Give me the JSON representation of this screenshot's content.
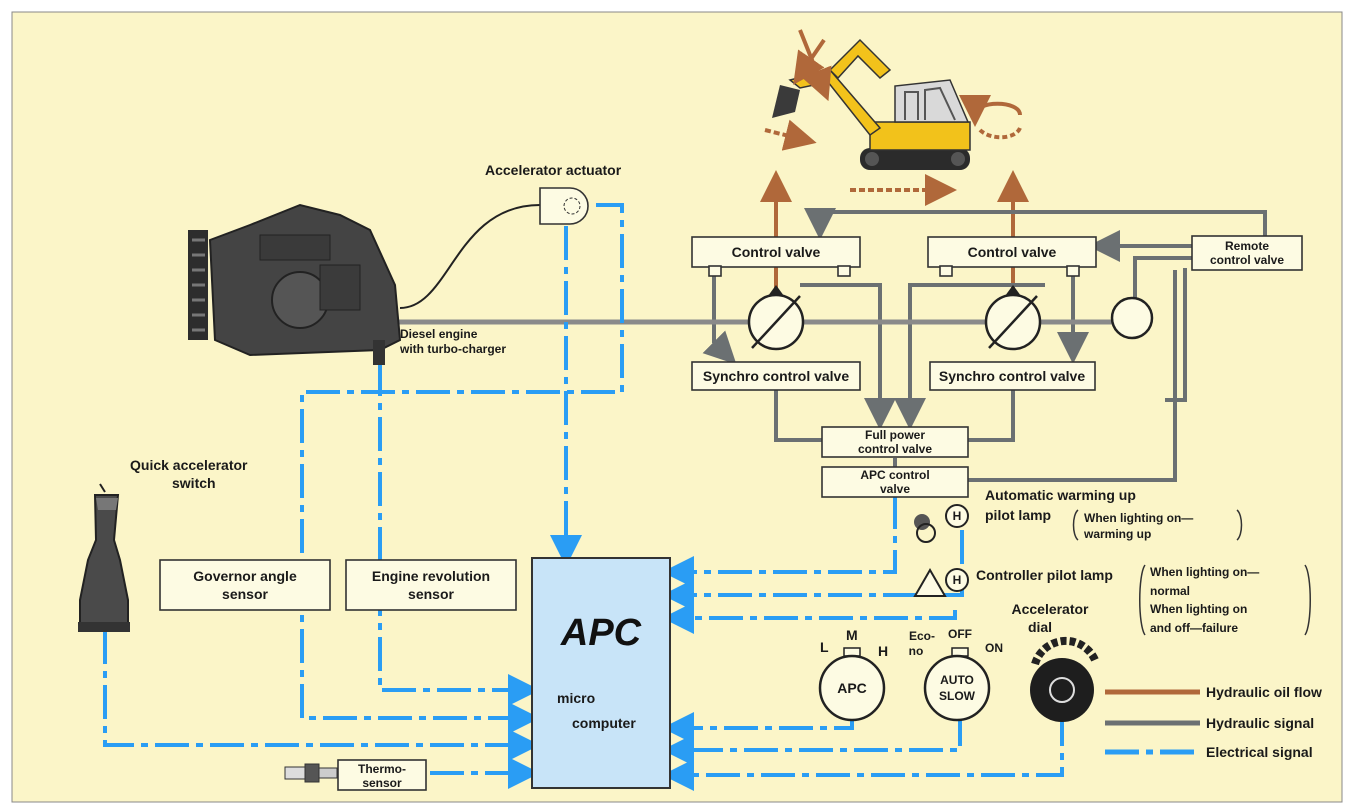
{
  "labels": {
    "accelerator_actuator": "Accelerator actuator",
    "control_valve_left": "Control valve",
    "control_valve_right": "Control valve",
    "remote_control_valve_l1": "Remote",
    "remote_control_valve_l2": "control valve",
    "diesel_engine_l1": "Diesel engine",
    "diesel_engine_l2": "with turbo-charger",
    "synchro_left": "Synchro control valve",
    "synchro_right": "Synchro control valve",
    "full_power_l1": "Full power",
    "full_power_l2": "control valve",
    "apc_control_l1": "APC control",
    "apc_control_l2": "valve",
    "quick_accel_l1": "Quick accelerator",
    "quick_accel_l2": "switch",
    "governor_l1": "Governor angle",
    "governor_l2": "sensor",
    "engine_rev_l1": "Engine revolution",
    "engine_rev_l2": "sensor",
    "apc_title": "APC",
    "micro_l1": "micro",
    "micro_l2": "computer",
    "thermo_l1": "Thermo-",
    "thermo_l2": "sensor",
    "warming_l1": "Automatic warming up",
    "warming_l2": "pilot lamp",
    "warming_note_l1": "When lighting on—",
    "warming_note_l2": "warming up",
    "controller_lamp": "Controller pilot lamp",
    "ctrl_note_l1": "When lighting on—",
    "ctrl_note_l2": "normal",
    "ctrl_note_l3": "When lighting on",
    "ctrl_note_l4": "and off—failure",
    "accel_dial_l1": "Accelerator",
    "accel_dial_l2": "dial",
    "dial_apc": "APC",
    "dial_l": "L",
    "dial_m": "M",
    "dial_h": "H",
    "auto_slow_l1": "AUTO",
    "auto_slow_l2": "SLOW",
    "eco_l1": "Eco-",
    "eco_l2": "no",
    "off": "OFF",
    "on": "ON",
    "warming_lamp_letter": "H",
    "ctrl_lamp_letter": "H"
  },
  "legend": {
    "hydraulic_oil": "Hydraulic oil flow",
    "hydraulic_signal": "Hydraulic signal",
    "electrical": "Electrical signal"
  },
  "colors": {
    "background": "#fbf5c8",
    "electrical": "#2a9df4",
    "hydraulic_signal": "#6b7072",
    "hydraulic_oil": "#b0683a",
    "apc_box": "#c8e4f8",
    "excavator": "#f2c21b"
  }
}
